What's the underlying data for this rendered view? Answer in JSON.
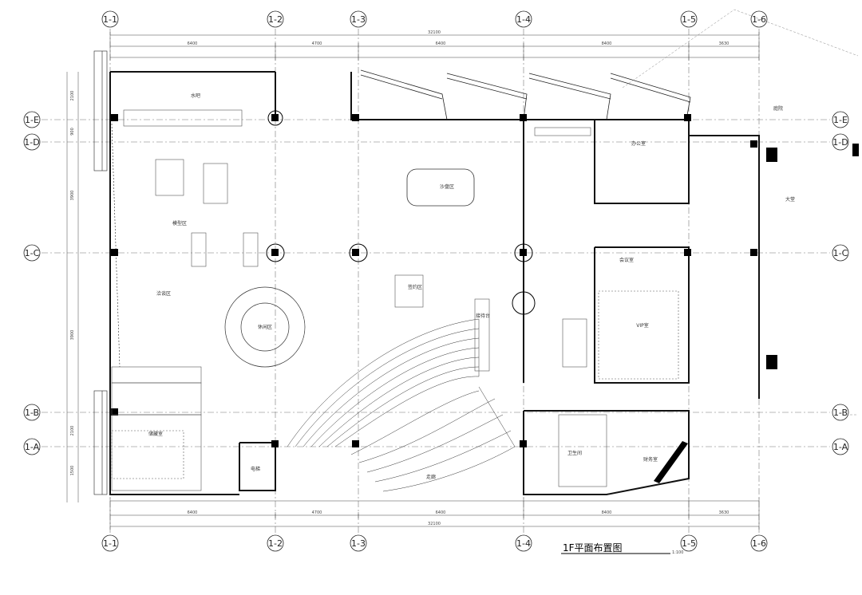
{
  "drawing_title": "1F平面布置图",
  "grid_columns": [
    "1-1",
    "1-2",
    "1-3",
    "1-4",
    "1-5",
    "1-6"
  ],
  "grid_rows": [
    "1-E",
    "1-D",
    "1-C",
    "1-B",
    "1-A"
  ],
  "rooms": {
    "lobby": "大堂",
    "reception": "接待台",
    "bar": "水吧",
    "lounge": "休闲区",
    "negotiation": "洽谈区",
    "sand_table": "沙盘区",
    "model": "模型区",
    "office": "办公室",
    "finance": "财务室",
    "restroom": "卫生间",
    "corridor": "走廊",
    "elevator": "电梯",
    "vip": "VIP室",
    "meeting": "会议室",
    "storage": "储藏室",
    "signing": "签约区",
    "outdoor": "庭院"
  },
  "dimensions": {
    "top_total": "32100",
    "bottom_total": "32100",
    "top_seg": [
      "6400",
      "4700",
      "6400",
      "8400",
      "3630"
    ],
    "bottom_seg": [
      "6400",
      "4700",
      "6400",
      "8400",
      "3630"
    ],
    "left_seg": [
      "2100",
      "900",
      "3900",
      "3900",
      "2100",
      "1500"
    ]
  },
  "scale_note": "1:100"
}
